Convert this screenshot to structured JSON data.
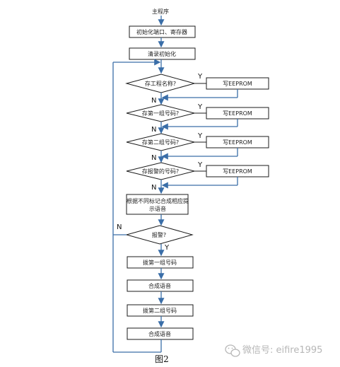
{
  "diagram": {
    "title": "主程序",
    "steps": {
      "init_ports": "初始化端口、寄存器",
      "clear_init": "清录初始化",
      "decision_name": "存工程名称?",
      "decision_group1": "存第一组号码?",
      "decision_group2": "存第二组号码?",
      "decision_channel": "存报警的号码?",
      "write_eeprom_1": "写EEPROM",
      "write_eeprom_2": "写EEPROM",
      "write_eeprom_3": "写EEPROM",
      "write_eeprom_4": "写EEPROM",
      "synthesize_prompt": "根据不同标记合成相应提示语音",
      "decision_alarm": "报警?",
      "dial_group1": "拨第一组号码",
      "synth_voice_1": "合成语音",
      "dial_group2": "拨第二组号码",
      "synth_voice_2": "合成语音"
    },
    "labels": {
      "yes": "Y",
      "no": "N"
    },
    "caption": "图2"
  },
  "watermark": {
    "text": "微信号: eifire1995",
    "icon": "wechat-icon"
  },
  "colors": {
    "flow_line": "#3a6ea8",
    "outline": "#1b1b1b",
    "watermark": "#b7b7b7"
  }
}
